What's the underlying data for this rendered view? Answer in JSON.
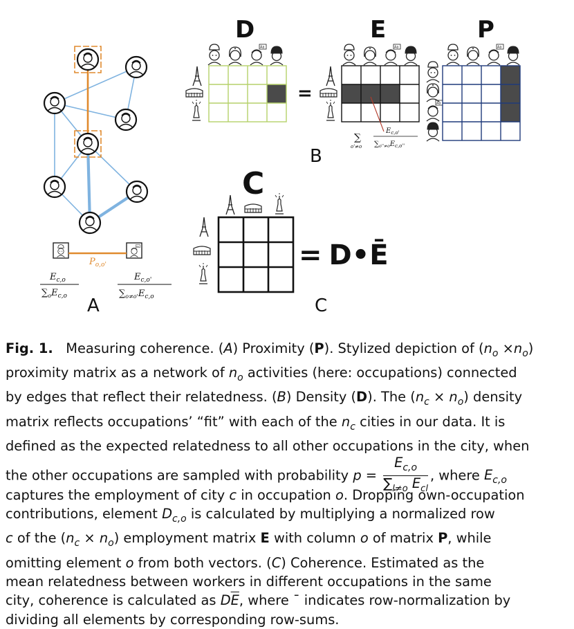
{
  "panel_letters": {
    "D": "D",
    "E": "E",
    "P": "P",
    "C": "C"
  },
  "panel_labels": {
    "A": "A",
    "B": "B",
    "C": "C"
  },
  "equals": "=",
  "equation_rhs": "D•Ē",
  "edge_label": "P",
  "edge_label_sub": "o,o'",
  "formula_left": {
    "num": "E",
    "num_sub": "c,o",
    "den": "∑",
    "den_sub": "o",
    "den_rest": "E",
    "den_rest_sub": "c,o"
  },
  "formula_right": {
    "num": "E",
    "num_sub": "c,o'",
    "den": "∑",
    "den_sub": "o≠o'",
    "den_rest": "E",
    "den_rest_sub": "c,o"
  },
  "formula_B": {
    "num": "E",
    "num_sub": "c,o'",
    "sum": "∑",
    "sum_sub": "o'≠o",
    "den": "∑",
    "den_sub": "o''≠o",
    "den_rest": "E",
    "den_rest_sub": "c,o''"
  },
  "colors": {
    "orange": "#e08a2e",
    "blue": "#7fb3e0",
    "dark_cell": "#4a4a4a",
    "green_grid": "#b5d16a",
    "navy_grid": "#1f3a7a",
    "black_grid": "#111111"
  },
  "icons": [
    "chef-icon",
    "nurse-icon",
    "teacher-icon",
    "engineer-icon",
    "eiffel-tower-icon",
    "colosseum-icon",
    "statue-of-liberty-icon"
  ],
  "caption": {
    "fig_label": "Fig. 1.",
    "title": "Measuring coherence.",
    "lines": [
      [
        "(A) Proximity (",
        "P",
        "). Stylized depiction of (",
        "n",
        "o",
        " ×",
        "n",
        "o",
        ")"
      ],
      [],
      [],
      [],
      [],
      [],
      [],
      [],
      [],
      [],
      [],
      [],
      []
    ],
    "text": [
      "proximity matrix as a network of ",
      " activities (here: occupations) connected",
      "by edges that reflect their relatedness. (B) Density (",
      "). The (",
      " × ",
      ") density",
      "matrix reflects occupations’ “fit” with each of the ",
      " cities in our data. It is",
      "defined as the expected relatedness to all other occupations in the city, when",
      "the other occupations are sampled with probability ",
      " = ",
      ", where ",
      "captures the employment of city ",
      " in occupation ",
      ". Dropping own-occupation",
      "contributions, element ",
      " is calculated by multiplying a normalized row",
      " of the (",
      ") employment matrix ",
      " with column ",
      " of matrix ",
      ", while",
      "omitting element ",
      " from both vectors. (C) Coherence. Estimated as the",
      "mean relatedness between workers in different occupations in the same",
      "city, coherence is calculated as ",
      ", where ̄ indicates row-normalization by",
      "dividing all elements by corresponding row-sums."
    ]
  }
}
